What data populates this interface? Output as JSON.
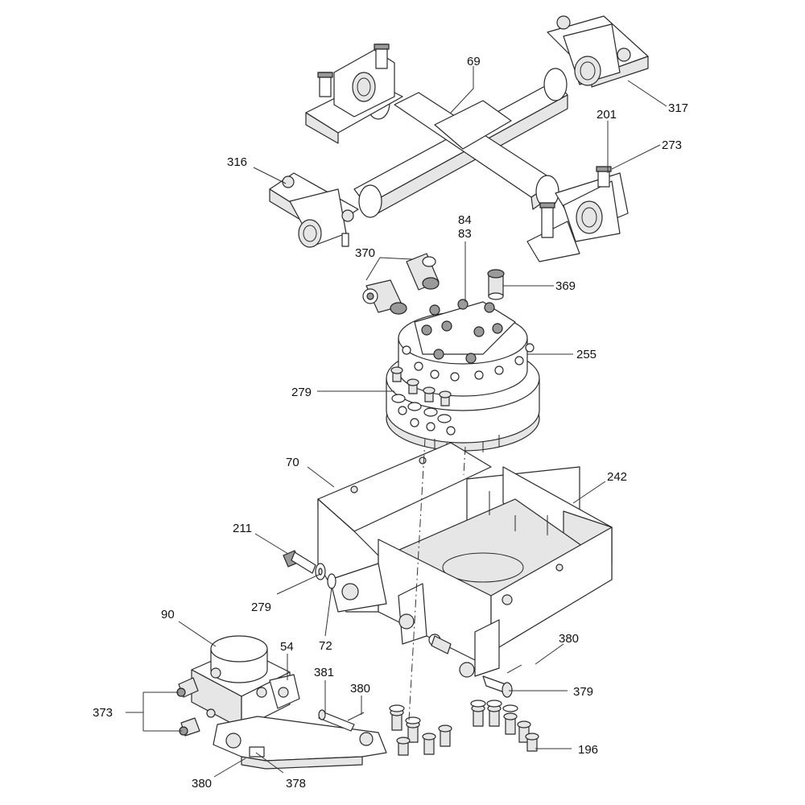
{
  "diagram": {
    "callouts": [
      {
        "id": "c69",
        "text": "69"
      },
      {
        "id": "c317",
        "text": "317"
      },
      {
        "id": "c201",
        "text": "201"
      },
      {
        "id": "c273",
        "text": "273"
      },
      {
        "id": "c316",
        "text": "316"
      },
      {
        "id": "c84",
        "text": "84"
      },
      {
        "id": "c83",
        "text": "83"
      },
      {
        "id": "c370",
        "text": "370"
      },
      {
        "id": "c369",
        "text": "369"
      },
      {
        "id": "c255",
        "text": "255"
      },
      {
        "id": "c279a",
        "text": "279"
      },
      {
        "id": "c70",
        "text": "70"
      },
      {
        "id": "c242",
        "text": "242"
      },
      {
        "id": "c211",
        "text": "211"
      },
      {
        "id": "c279b",
        "text": "279"
      },
      {
        "id": "c72",
        "text": "72"
      },
      {
        "id": "c90",
        "text": "90"
      },
      {
        "id": "c54",
        "text": "54"
      },
      {
        "id": "c380a",
        "text": "380"
      },
      {
        "id": "c381",
        "text": "381"
      },
      {
        "id": "c380b",
        "text": "380"
      },
      {
        "id": "c373",
        "text": "373"
      },
      {
        "id": "c379",
        "text": "379"
      },
      {
        "id": "c196",
        "text": "196"
      },
      {
        "id": "c380c",
        "text": "380"
      },
      {
        "id": "c378",
        "text": "378"
      }
    ]
  }
}
